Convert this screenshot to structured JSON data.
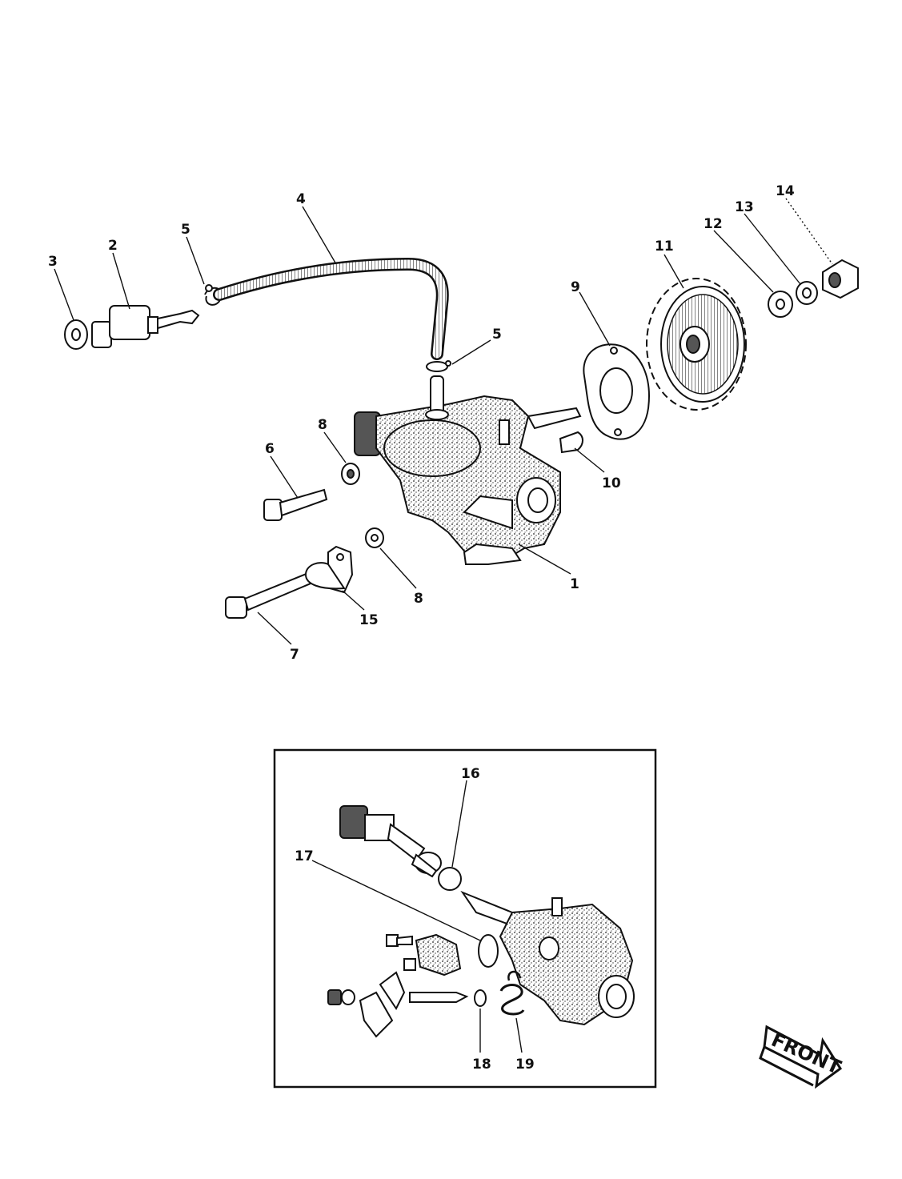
{
  "callouts_main": [
    {
      "id": "c1",
      "label": "1"
    },
    {
      "id": "c2",
      "label": "2"
    },
    {
      "id": "c3",
      "label": "3"
    },
    {
      "id": "c4",
      "label": "4"
    },
    {
      "id": "c5a",
      "label": "5"
    },
    {
      "id": "c5b",
      "label": "5"
    },
    {
      "id": "c6",
      "label": "6"
    },
    {
      "id": "c7",
      "label": "7"
    },
    {
      "id": "c8a",
      "label": "8"
    },
    {
      "id": "c8b",
      "label": "8"
    },
    {
      "id": "c9",
      "label": "9"
    },
    {
      "id": "c10",
      "label": "10"
    },
    {
      "id": "c11",
      "label": "11"
    },
    {
      "id": "c12",
      "label": "12"
    },
    {
      "id": "c13",
      "label": "13"
    },
    {
      "id": "c14",
      "label": "14"
    },
    {
      "id": "c15",
      "label": "15"
    }
  ],
  "callouts_inset": [
    {
      "id": "c16",
      "label": "16"
    },
    {
      "id": "c17",
      "label": "17"
    },
    {
      "id": "c18",
      "label": "18"
    },
    {
      "id": "c19",
      "label": "19"
    }
  ],
  "front_arrow": {
    "label": "FRONT"
  }
}
